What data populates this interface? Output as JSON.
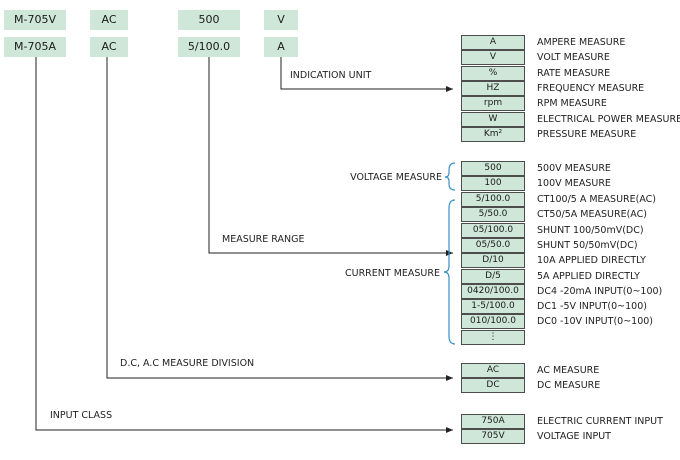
{
  "header_row1": [
    "M-705V",
    "AC",
    "500",
    "V"
  ],
  "header_row2": [
    "M-705A",
    "AC",
    "5/100.0",
    "A"
  ],
  "labels": {
    "indication_unit": "INDICATION UNIT",
    "measure_range": "MEASURE RANGE",
    "voltage_measure": "VOLTAGE MEASURE",
    "current_measure": "CURRENT MEASURE",
    "dc_ac_division": "D.C, A.C MEASURE DIVISION",
    "input_class": "INPUT CLASS"
  },
  "indication_unit": [
    {
      "code": "A",
      "desc": "AMPERE MEASURE"
    },
    {
      "code": "V",
      "desc": "VOLT MEASURE"
    },
    {
      "code": "%",
      "desc": "RATE MEASURE"
    },
    {
      "code": "HZ",
      "desc": "FREQUENCY MEASURE"
    },
    {
      "code": "rpm",
      "desc": "RPM MEASURE"
    },
    {
      "code": "W",
      "desc": "ELECTRICAL POWER MEASURE"
    },
    {
      "code": "Km²",
      "desc": "PRESSURE MEASURE"
    }
  ],
  "voltage_ranges": [
    {
      "code": "500",
      "desc": "500V MEASURE"
    },
    {
      "code": "100",
      "desc": "100V MEASURE"
    }
  ],
  "current_ranges": [
    {
      "code": "5/100.0",
      "desc": "CT100/5 A MEASURE(AC)"
    },
    {
      "code": "5/50.0",
      "desc": "CT50/5A MEASURE(AC)"
    },
    {
      "code": "05/100.0",
      "desc": "SHUNT 100/50mV(DC)"
    },
    {
      "code": "05/50.0",
      "desc": "SHUNT 50/50mV(DC)"
    },
    {
      "code": "D/10",
      "desc": "10A APPLIED DIRECTLY"
    },
    {
      "code": "D/5",
      "desc": "5A APPLIED DIRECTLY"
    },
    {
      "code": "0420/100.0",
      "desc": "DC4 -20mA INPUT(0~100)"
    },
    {
      "code": "1-5/100.0",
      "desc": "DC1 -5V INPUT(0~100)"
    },
    {
      "code": "010/100.0",
      "desc": "DC0 -10V INPUT(0~100)"
    },
    {
      "code": "⋮",
      "desc": ""
    }
  ],
  "acdc": [
    {
      "code": "AC",
      "desc": "AC MEASURE"
    },
    {
      "code": "DC",
      "desc": "DC MEASURE"
    }
  ],
  "input_class": [
    {
      "code": "750A",
      "desc": "ELECTRIC CURRENT INPUT"
    },
    {
      "code": "705V",
      "desc": "VOLTAGE INPUT"
    }
  ],
  "colors": {
    "cell_fill": "#cfe7d9",
    "line": "#222222",
    "brace": "#3a90c8"
  }
}
